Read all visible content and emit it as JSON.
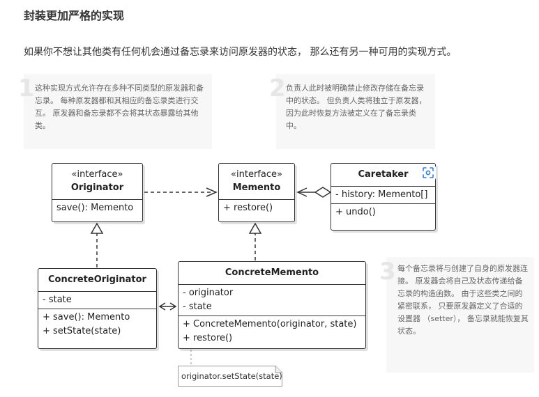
{
  "title": "封装更加严格的实现",
  "intro": "如果你不想让其他类有任何机会通过备忘录来访问原发器的状态， 那么还有另一种可用的实现方式。",
  "notes": [
    {
      "number": "1",
      "text": "这种实现方式允许存在多种不同类型的原发器和备忘录。 每种原发器都和其相应的备忘录类进行交互。 原发器和备忘录都不会将其状态暴露给其他类。"
    },
    {
      "number": "2",
      "text": "负责人此时被明确禁止修改存储在备忘录中的状态。 但负责人类将独立于原发器， 因为此时恢复方法被定义在了备忘录类中。"
    },
    {
      "number": "3",
      "text": "每个备忘录将与创建了自身的原发器连接。 原发器会将自己及状态传递给备忘录的构造函数。 由于这些类之间的紧密联系， 只要原发器定义了合适的设置器 （setter）， 备忘录就能恢复其状态。"
    }
  ],
  "classes": {
    "originator": {
      "stereotype": "«interface»",
      "name": "Originator",
      "methods": [
        "save(): Memento"
      ]
    },
    "memento": {
      "stereotype": "«interface»",
      "name": "Memento",
      "methods": [
        "+ restore()"
      ]
    },
    "caretaker": {
      "name": "Caretaker",
      "fields": [
        "- history: Memento[]"
      ],
      "methods": [
        "+ undo()"
      ]
    },
    "concrete_originator": {
      "name": "ConcreteOriginator",
      "fields": [
        "- state"
      ],
      "methods": [
        "+ save(): Memento",
        "+ setState(state)"
      ]
    },
    "concrete_memento": {
      "name": "ConcreteMemento",
      "fields": [
        "- originator",
        "- state"
      ],
      "methods": [
        "+ ConcreteMemento(originator, state)",
        "+ restore()"
      ]
    }
  },
  "code_note": "originator.setState(state)",
  "icons": {
    "focus": "focus-scan-icon"
  },
  "colors": {
    "accent": "#2b7de9",
    "line": "#333333",
    "note_bg": "#f7f7f7",
    "note_number": "#e6e6e6"
  }
}
